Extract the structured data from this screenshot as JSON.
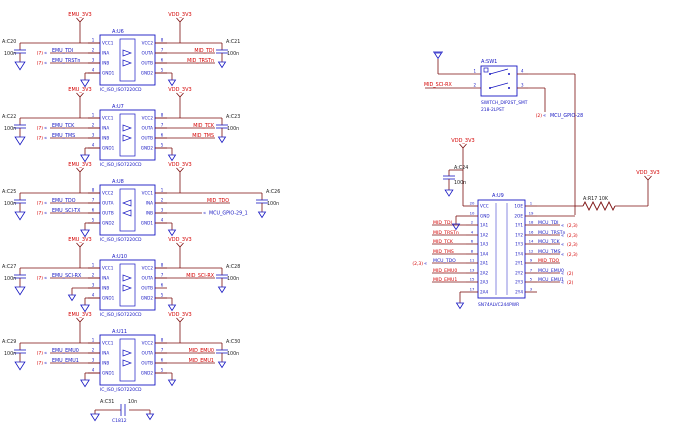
{
  "colors": {
    "wire": "#7b0e0e",
    "component": "#1717c2",
    "net_red": "#d40000",
    "text_dark": "#1c1c1c",
    "background": "#ffffff"
  },
  "icons": {
    "net_arrow": "«",
    "power_flag": "antenna-flag",
    "ground": "open-arrow-ground"
  },
  "power_nets": {
    "emu": "EMU_3V3",
    "vdd": "VDD_3V3"
  },
  "iso_part": "IC_ISO_ISO7220CD",
  "iso_pins_normal": {
    "left": [
      {
        "n": "1",
        "name": "VCC1"
      },
      {
        "n": "2",
        "name": "INA"
      },
      {
        "n": "3",
        "name": "INB"
      },
      {
        "n": "4",
        "name": "GND1"
      }
    ],
    "right": [
      {
        "n": "8",
        "name": "VCC2"
      },
      {
        "n": "7",
        "name": "OUTA"
      },
      {
        "n": "6",
        "name": "OUTB"
      },
      {
        "n": "5",
        "name": "GND2"
      }
    ]
  },
  "iso_pins_mirrored": {
    "left": [
      {
        "n": "8",
        "name": "VCC2"
      },
      {
        "n": "7",
        "name": "OUTA"
      },
      {
        "n": "6",
        "name": "OUTB"
      },
      {
        "n": "5",
        "name": "GND2"
      }
    ],
    "right": [
      {
        "n": "1",
        "name": "VCC1"
      },
      {
        "n": "2",
        "name": "INA"
      },
      {
        "n": "3",
        "name": "INB"
      },
      {
        "n": "4",
        "name": "GND1"
      }
    ]
  },
  "isolator_blocks": [
    {
      "refdes": "A:U6",
      "mirrored": false,
      "cap_left": {
        "ref": "A:C20",
        "val": "100n"
      },
      "cap_right": {
        "ref": "A:C21",
        "val": "100n"
      },
      "channels": [
        {
          "left": {
            "xref": "(7)",
            "net": "EMU_TDI"
          },
          "right": {
            "net": "MID_TDI"
          }
        },
        {
          "left": {
            "xref": "(7)",
            "net": "EMU_TRSTn"
          },
          "right": {
            "net": "MID_TRSTn"
          }
        }
      ]
    },
    {
      "refdes": "A:U7",
      "mirrored": false,
      "cap_left": {
        "ref": "A:C22",
        "val": "100n"
      },
      "cap_right": {
        "ref": "A:C23",
        "val": "100n"
      },
      "channels": [
        {
          "left": {
            "xref": "(7)",
            "net": "EMU_TCK"
          },
          "right": {
            "net": "MID_TCK"
          }
        },
        {
          "left": {
            "xref": "(7)",
            "net": "EMU_TMS"
          },
          "right": {
            "net": "MID_TMS"
          }
        }
      ]
    },
    {
      "refdes": "A:U8",
      "mirrored": true,
      "cap_left": {
        "ref": "A:C25",
        "val": "100n"
      },
      "cap_right": {
        "ref": "A:C26",
        "val": "100n"
      },
      "channels": [
        {
          "left": {
            "xref": "(7)",
            "net": "EMU_TDO"
          },
          "right": {
            "net": "MID_TDO"
          }
        },
        {
          "left": {
            "xref": "(7)",
            "net": "EMU_SCI-TX"
          },
          "right": {
            "net": "MCU_GPIO-29_1",
            "arrow": true
          }
        }
      ]
    },
    {
      "refdes": "A:U10",
      "mirrored": false,
      "cap_left": {
        "ref": "A:C27",
        "val": "100n"
      },
      "cap_right": {
        "ref": "A:C28",
        "val": "100n"
      },
      "channels": [
        {
          "left": {
            "xref": "(7)",
            "net": "EMU_SCI-RX"
          },
          "right": {
            "net": "MID_SCI-RX"
          }
        },
        {
          "left": {
            "gnd": true
          },
          "right": {
            "nc": true
          }
        }
      ]
    },
    {
      "refdes": "A:U11",
      "mirrored": false,
      "cap_left": {
        "ref": "A:C29",
        "val": "100n"
      },
      "cap_right": {
        "ref": "A:C30",
        "val": "100n"
      },
      "channels": [
        {
          "left": {
            "xref": "(7)",
            "net": "EMU_EMU0"
          },
          "right": {
            "net": "MID_EMU0"
          }
        },
        {
          "left": {
            "xref": "(7)",
            "net": "EMU_EMU1"
          },
          "right": {
            "net": "MID_EMU1"
          }
        }
      ]
    }
  ],
  "bottom_cap": {
    "ref": "A:C31",
    "val": "10n",
    "footprint": "C1812"
  },
  "switch": {
    "refdes": "A:SW1",
    "part_line1": "SWITCH_DIP2ST_SMT",
    "part_line2": "218-2LPST",
    "pin_numbers": [
      "1",
      "2",
      "4",
      "3"
    ],
    "input_net": "MID_SCI-RX",
    "output": {
      "xref": "(2)",
      "net": "MCU_GPIO-28"
    }
  },
  "pullup": {
    "label": "A:R17 10K",
    "power_net": "VDD_3V3"
  },
  "buffer_ic": {
    "refdes": "A:U9",
    "part": "SN74ALVC244PWR",
    "power_net": "VDD_3V3",
    "cap": {
      "ref": "A:C24",
      "val": "100n"
    },
    "left_pins": [
      {
        "n": "20",
        "name": "VCC"
      },
      {
        "n": "10",
        "name": "GND"
      },
      {
        "n": "2",
        "name": "1A1",
        "net": "MID_TDI"
      },
      {
        "n": "4",
        "name": "1A2",
        "net": "MID_TRSTn"
      },
      {
        "n": "6",
        "name": "1A3",
        "net": "MID_TCK"
      },
      {
        "n": "8",
        "name": "1A4",
        "net": "MID_TMS"
      },
      {
        "n": "11",
        "name": "2A1",
        "net": "MCU_TDO",
        "xref": "(2,3)",
        "arrow": true
      },
      {
        "n": "13",
        "name": "2A2",
        "net": "MID_EMU0"
      },
      {
        "n": "15",
        "name": "2A3",
        "net": "MID_EMU1"
      },
      {
        "n": "17",
        "name": "2A4",
        "gnd": true
      }
    ],
    "right_pins": [
      {
        "n": "1",
        "name": "1OE"
      },
      {
        "n": "19",
        "name": "2OE"
      },
      {
        "n": "18",
        "name": "1Y1",
        "net": "MCU_TDI",
        "xref": "(2,3)",
        "arrow": true
      },
      {
        "n": "16",
        "name": "1Y2",
        "net": "MCU_TRSTn",
        "xref": "(2,3)",
        "arrow": true
      },
      {
        "n": "14",
        "name": "1Y3",
        "net": "MCU_TCK",
        "xref": "(2,3)",
        "arrow": true
      },
      {
        "n": "12",
        "name": "1Y4",
        "net": "MCU_TMS",
        "xref": "(2,3)",
        "arrow": true
      },
      {
        "n": "9",
        "name": "2Y1",
        "net": "MID_TDO"
      },
      {
        "n": "7",
        "name": "2Y2",
        "net": "MCU_EMU0",
        "xref": "(2)",
        "arrow": true
      },
      {
        "n": "5",
        "name": "2Y3",
        "net": "MCU_EMU1",
        "xref": "(2)",
        "arrow": true
      },
      {
        "n": "3",
        "name": "2Y4"
      }
    ]
  }
}
